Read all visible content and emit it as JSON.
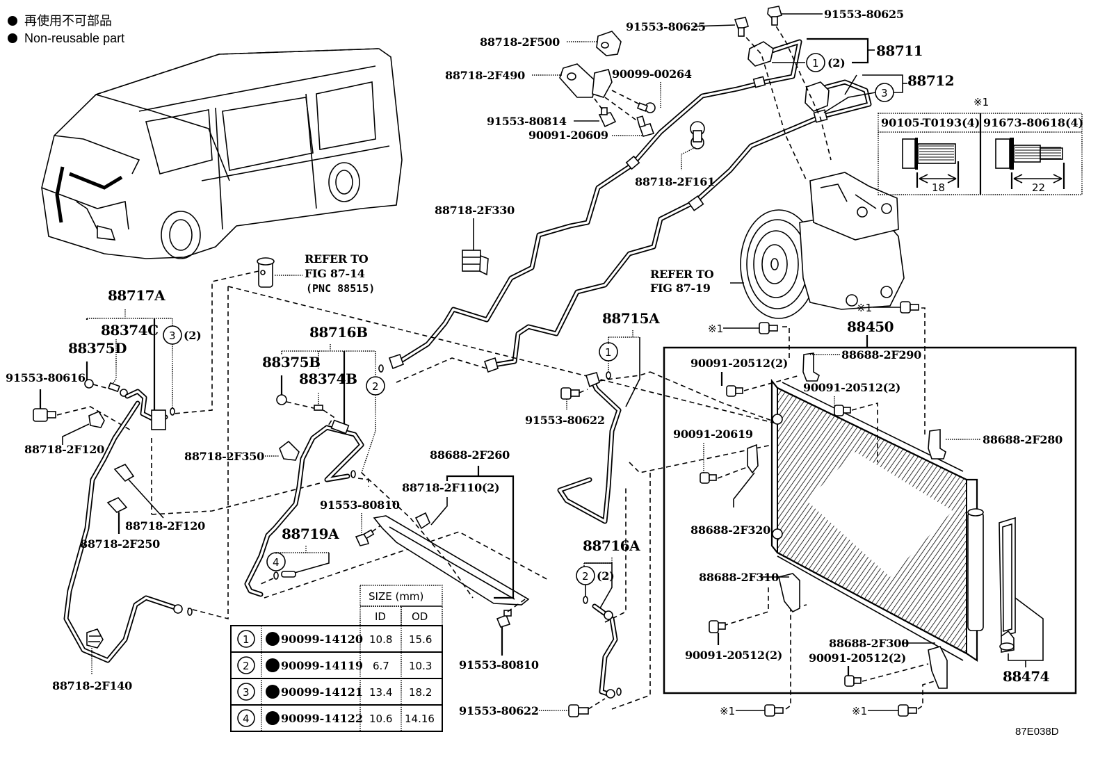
{
  "legend": {
    "japanese": "再使用不可部品",
    "english": "Non-reusable part"
  },
  "figure_id": "87E038D",
  "labels": {
    "p88718_2F500": "88718-2F500",
    "p88718_2F490": "88718-2F490",
    "p90099_00264": "90099-00264",
    "p91553_80814": "91553-80814",
    "p90091_20609": "90091-20609",
    "p91553_80625_a": "91553-80625",
    "p91553_80625_b": "91553-80625",
    "p88711": "88711",
    "p88712": "88712",
    "p88711_qty": "(2)",
    "p88718_2F161": "88718-2F161",
    "p88718_2F330": "88718-2F330",
    "refer_87_14_line1": "REFER TO",
    "refer_87_14_line2": "FIG 87-14",
    "refer_87_14_line3": "(PNC 88515)",
    "refer_87_19_line1": "REFER TO",
    "refer_87_19_line2": "FIG 87-19",
    "p88717A": "88717A",
    "p88374C": "88374C",
    "p88375D": "88375D",
    "p88717A_qty": "(2)",
    "p91553_80616": "91553-80616",
    "p88718_2F120_a": "88718-2F120",
    "p88718_2F120_b": "88718-2F120",
    "p88718_2F250": "88718-2F250",
    "p88718_2F140": "88718-2F140",
    "p88716B": "88716B",
    "p88375B": "88375B",
    "p88374B": "88374B",
    "p88718_2F350": "88718-2F350",
    "p88719A": "88719A",
    "p91553_80810_a": "91553-80810",
    "p91553_80810_b": "91553-80810",
    "p88688_2F260": "88688-2F260",
    "p88718_2F110": "88718-2F110(2)",
    "p88715A": "88715A",
    "p91553_80622_a": "91553-80622",
    "p91553_80622_b": "91553-80622",
    "p88716A": "88716A",
    "p88716A_qty": "(2)",
    "p88450": "88450",
    "p88688_2F290": "88688-2F290",
    "p88688_2F280": "88688-2F280",
    "p88688_2F320": "88688-2F320",
    "p88688_2F310": "88688-2F310",
    "p88688_2F300": "88688-2F300",
    "p90091_20512_a": "90091-20512(2)",
    "p90091_20512_b": "90091-20512(2)",
    "p90091_20512_c": "90091-20512(2)",
    "p90091_20512_d": "90091-20512(2)",
    "p90091_20619": "90091-20619",
    "p88474": "88474",
    "note1": "※1"
  },
  "callouts": {
    "c1": "1",
    "c2": "2",
    "c3": "3",
    "c4": "4"
  },
  "bolt_note": {
    "mark": "※1",
    "bolts": [
      {
        "part": "90105-T0193(4)",
        "length": "18"
      },
      {
        "part": "91673-80618(4)",
        "length": "22"
      }
    ]
  },
  "oring_table": {
    "size_header": "SIZE (mm)",
    "col_id": "ID",
    "col_od": "OD",
    "rows": [
      {
        "callout": "1",
        "part": "90099-14120",
        "id": "10.8",
        "od": "15.6"
      },
      {
        "callout": "2",
        "part": "90099-14119",
        "id": "6.7",
        "od": "10.3"
      },
      {
        "callout": "3",
        "part": "90099-14121",
        "id": "13.4",
        "od": "18.2"
      },
      {
        "callout": "4",
        "part": "90099-14122",
        "id": "10.6",
        "od": "14.16"
      }
    ]
  }
}
